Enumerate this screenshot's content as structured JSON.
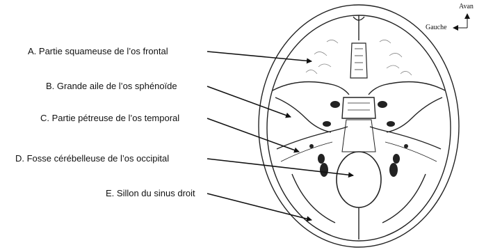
{
  "labels": {
    "a": "A. Partie squameuse de l’os frontal",
    "b": "B. Grande aile de l’os sphénoïde",
    "c": "C. Partie pétreuse de l’os temporal",
    "d": "D. Fosse cérébelleuse de l’os occipital",
    "e": "E. Sillon du sinus droit"
  },
  "orientation": {
    "front": "Avan",
    "left": "Gauche"
  }
}
